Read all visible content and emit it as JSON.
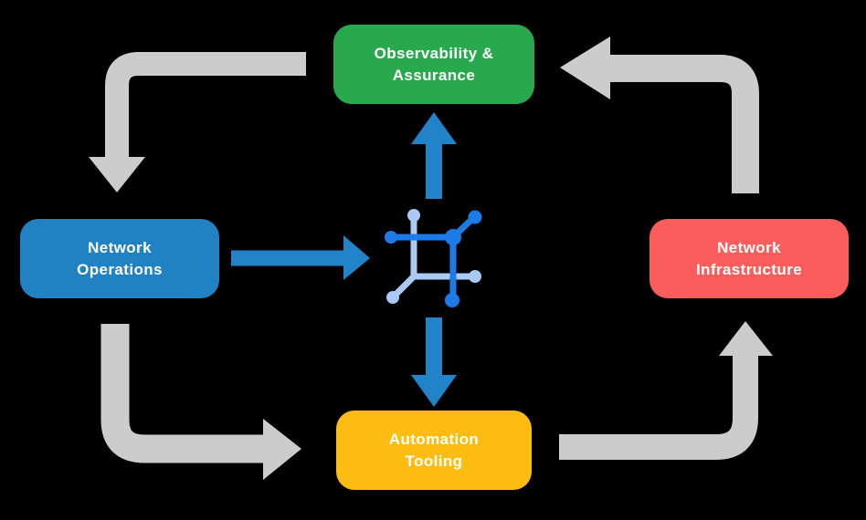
{
  "title": "Network automation lifecycle diagram",
  "colors": {
    "node-green": "#29A94E",
    "node-blue": "#2082C3",
    "node-red": "#FB5D5D",
    "node-yellow": "#FDBC12",
    "arrow-gray": "#CCCCCC",
    "arrow-blue": "#2183C8",
    "icon-dark": "#1D7BE8",
    "icon-light": "#A9CAF4",
    "text": "#FFFFFF",
    "bg": "#000000"
  },
  "diagram": {
    "nodes": [
      {
        "id": "observability",
        "label": "Observability &\nAssurance",
        "color": "#29A94E"
      },
      {
        "id": "operations",
        "label": "Network\nOperations",
        "color": "#2082C3"
      },
      {
        "id": "infrastructure",
        "label": "Network\nInfrastructure",
        "color": "#FB5D5D"
      },
      {
        "id": "automation",
        "label": "Automation\nTooling",
        "color": "#FDBC12"
      }
    ],
    "center_icon": "network-automation-icon",
    "flows": [
      {
        "from": "Observability & Assurance",
        "to": "Network Operations",
        "style": "gray-elbow"
      },
      {
        "from": "Network Operations",
        "to": "Automation Tooling",
        "style": "gray-elbow"
      },
      {
        "from": "Automation Tooling",
        "to": "Network Infrastructure",
        "style": "gray-elbow"
      },
      {
        "from": "Network Infrastructure",
        "to": "Observability & Assurance",
        "style": "gray-elbow"
      },
      {
        "from": "Network Operations",
        "to": "center-icon",
        "style": "blue-straight"
      },
      {
        "from": "center-icon",
        "to": "Observability & Assurance",
        "style": "blue-straight"
      },
      {
        "from": "center-icon",
        "to": "Automation Tooling",
        "style": "blue-straight"
      }
    ]
  }
}
